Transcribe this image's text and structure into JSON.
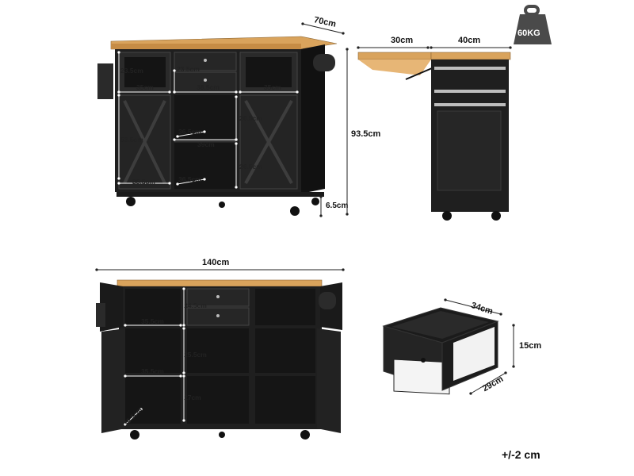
{
  "front_view": {
    "depth_label": "70cm",
    "height_label": "93.5cm",
    "wheel_label": "6.5cm",
    "glass_door_height": "23.5cm",
    "drawer_height": "23.5cm",
    "glass_door_width_left": "35cm",
    "drawer_width": "38.5cm",
    "glass_door_width_right": "35cm",
    "lower_cabinet_height": "53.5cm",
    "shelf_depth_upper": "36.5cm",
    "shelf_width": "39cm",
    "shelf_height_upper": "26.5cm",
    "shelf_height_lower": "26.5cm",
    "lower_cabinet_width": "35.5cm",
    "shelf_depth_lower": "36.5cm"
  },
  "side_view": {
    "leaf_width": "30cm",
    "body_width": "40cm"
  },
  "weight_badge": "60KG",
  "open_view": {
    "width_label": "140cm",
    "drawer_height": "24.5cm",
    "upper_shelf_width": "35.5cm",
    "middle_shelf_height": "25.5cm",
    "lower_shelf_width": "35.5cm",
    "lower_shelf_height": "27cm",
    "shelf_depth": "36.5cm"
  },
  "drawer_view": {
    "length": "34cm",
    "height": "15cm",
    "depth": "29cm"
  },
  "tolerance": "+/-2 cm",
  "colors": {
    "cabinet": "#1f1f1f",
    "top": "#d9a35c",
    "dim": "#222222",
    "inner": "#ffffff"
  }
}
